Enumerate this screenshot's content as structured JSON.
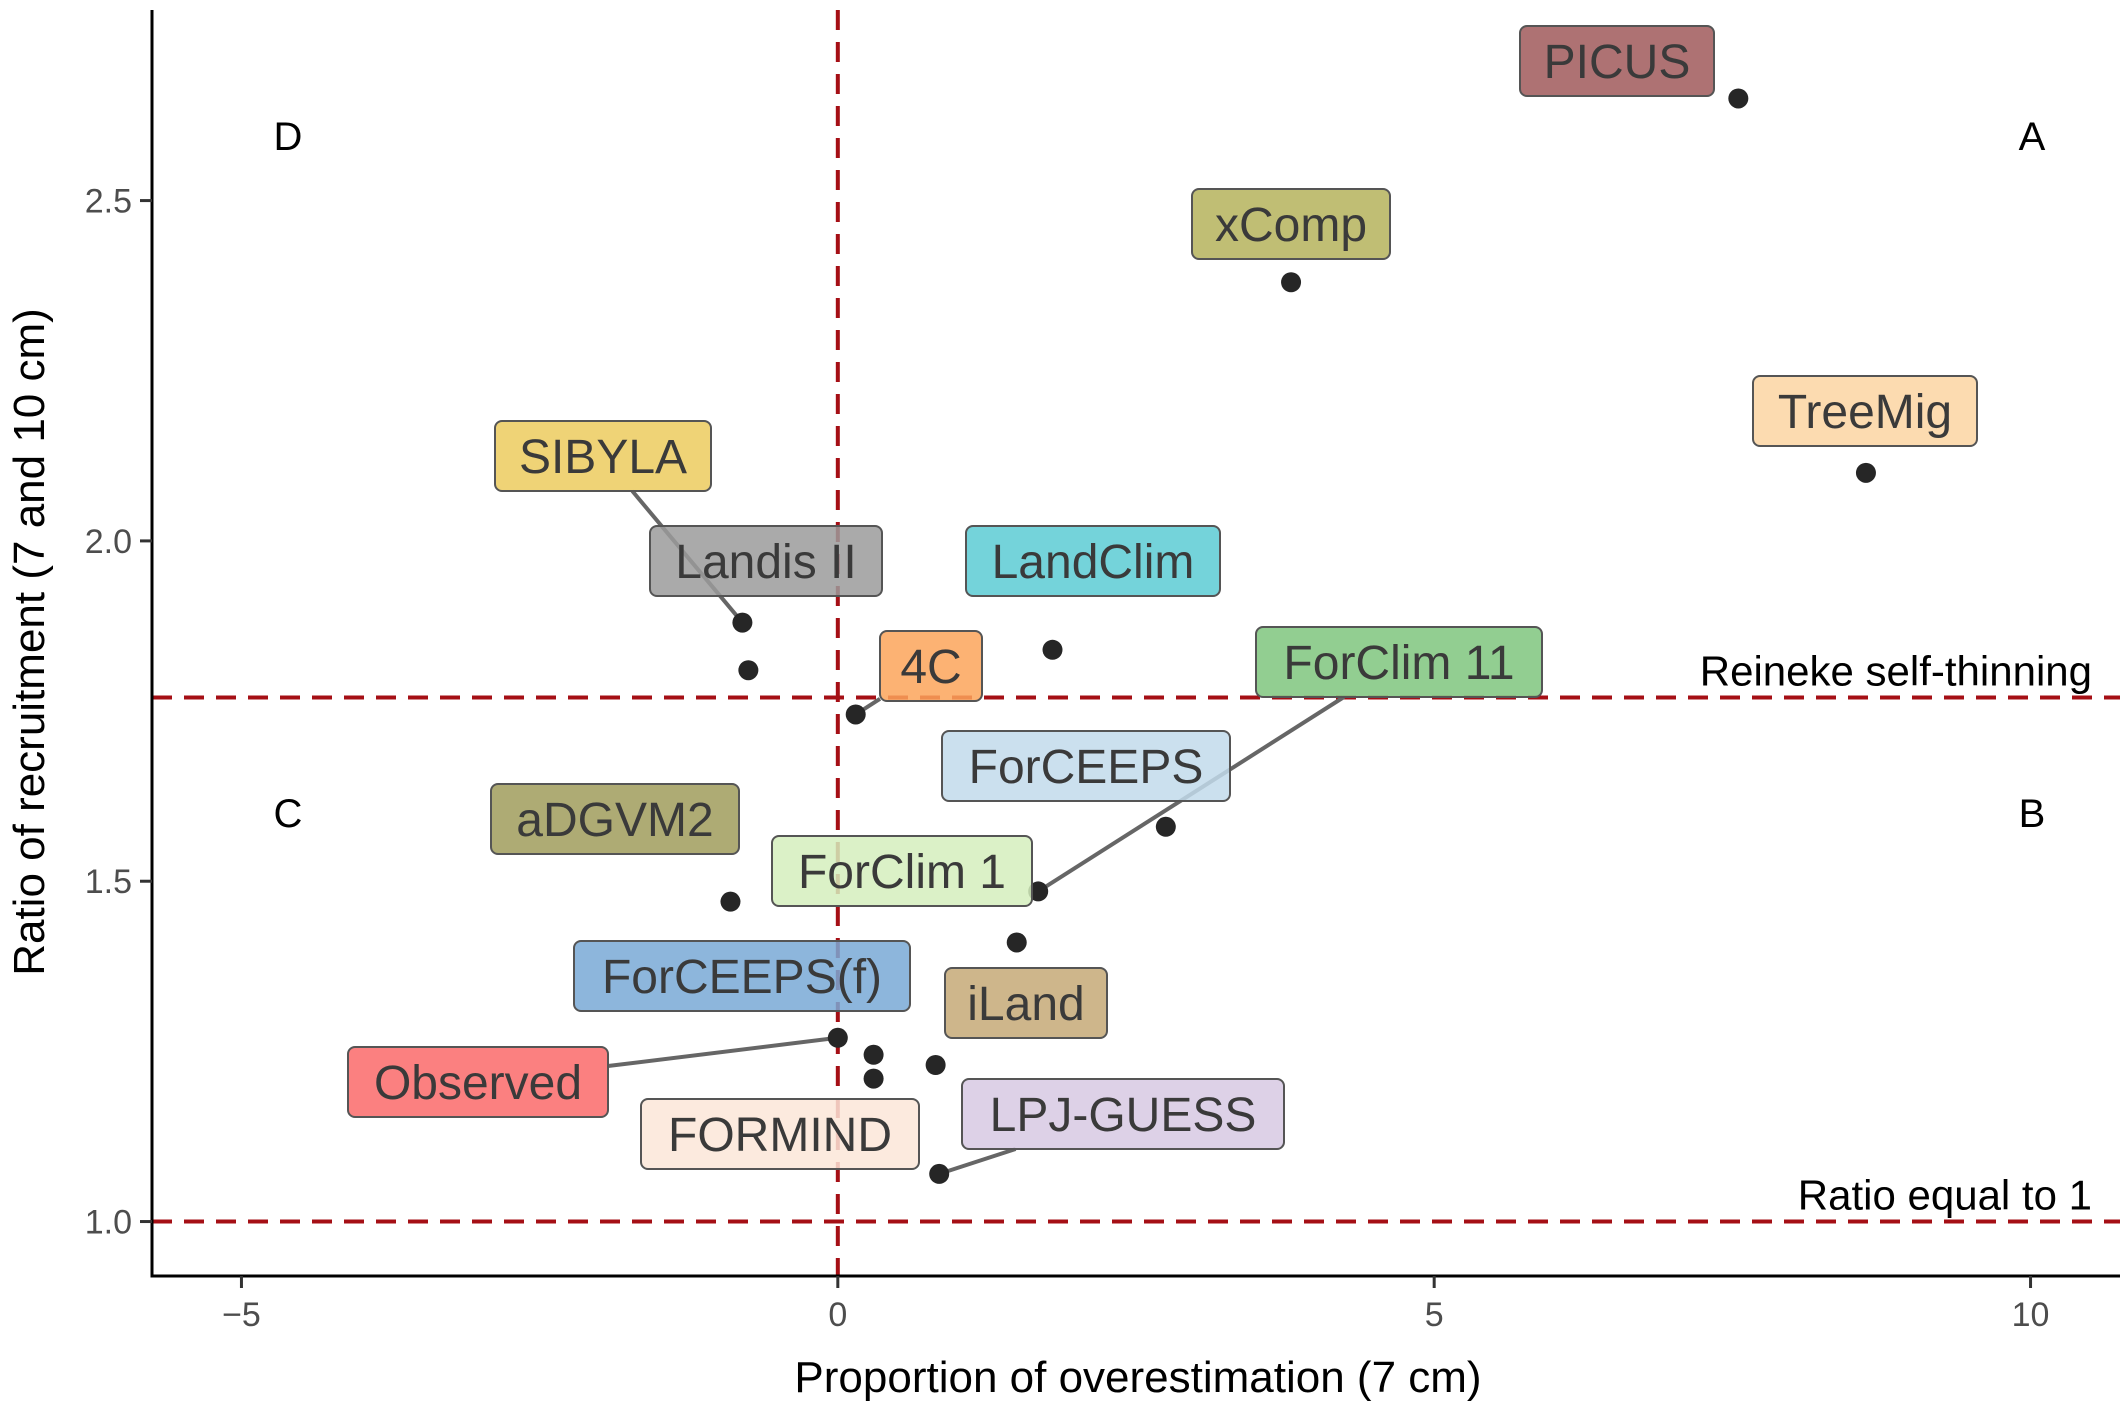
{
  "chart_data": {
    "type": "scatter",
    "xlabel": "Proportion of overestimation (7 cm)",
    "ylabel": "Ratio of recruitment (7 and 10 cm)",
    "xlim": [
      -5.75,
      10.75
    ],
    "ylim": [
      0.92,
      2.78
    ],
    "xticks": [
      -5,
      0,
      5,
      10
    ],
    "xtick_labels": [
      "−5",
      "0",
      "5",
      "10"
    ],
    "yticks": [
      1.0,
      1.5,
      2.0,
      2.5
    ],
    "ytick_labels": [
      "1.0",
      "1.5",
      "2.0",
      "2.5"
    ],
    "grid": false,
    "reference_lines": [
      {
        "axis": "x",
        "value": 0,
        "label": "",
        "color": "#a50f15"
      },
      {
        "axis": "y",
        "value": 1.77,
        "label": "Reineke self-thinning",
        "color": "#a50f15"
      },
      {
        "axis": "y",
        "value": 1.0,
        "label": "Ratio equal to 1",
        "color": "#a50f15"
      }
    ],
    "quadrants": [
      {
        "label": "A",
        "position": "top-right"
      },
      {
        "label": "B",
        "position": "right-middle"
      },
      {
        "label": "C",
        "position": "left-middle"
      },
      {
        "label": "D",
        "position": "top-left"
      }
    ],
    "points": [
      {
        "name": "PICUS",
        "x": 7.55,
        "y": 2.65,
        "color": "#a0595a"
      },
      {
        "name": "xComp",
        "x": 3.8,
        "y": 2.38,
        "color": "#b5b35c"
      },
      {
        "name": "TreeMig",
        "x": 8.62,
        "y": 2.1,
        "color": "#fbd5a2"
      },
      {
        "name": "SIBYLA",
        "x": -0.8,
        "y": 1.88,
        "color": "#eccb5e"
      },
      {
        "name": "Landis II",
        "x": -0.75,
        "y": 1.81,
        "color": "#9b9b9b"
      },
      {
        "name": "LandClim",
        "x": 1.8,
        "y": 1.84,
        "color": "#5ccbd3"
      },
      {
        "name": "4C",
        "x": 0.15,
        "y": 1.745,
        "color": "#fba45a"
      },
      {
        "name": "ForClim 11",
        "x": 1.68,
        "y": 1.485,
        "color": "#7fc67e"
      },
      {
        "name": "ForCEEPS",
        "x": 2.75,
        "y": 1.58,
        "color": "#c2dbeb"
      },
      {
        "name": "aDGVM2",
        "x": -0.9,
        "y": 1.47,
        "color": "#a09c5c"
      },
      {
        "name": "ForClim 1",
        "x": 1.5,
        "y": 1.41,
        "color": "#d5efbd"
      },
      {
        "name": "ForCEEPS(f)",
        "x": 0.3,
        "y": 1.245,
        "color": "#79a9d6"
      },
      {
        "name": "iLand",
        "x": 0.82,
        "y": 1.23,
        "color": "#c5a977"
      },
      {
        "name": "Observed",
        "x": 0.0,
        "y": 1.27,
        "color": "#fa6a6a"
      },
      {
        "name": "FORMIND",
        "x": 0.3,
        "y": 1.21,
        "color": "#fbe6d8"
      },
      {
        "name": "LPJ-GUESS",
        "x": 0.85,
        "y": 1.07,
        "color": "#d7c9e3"
      }
    ]
  }
}
